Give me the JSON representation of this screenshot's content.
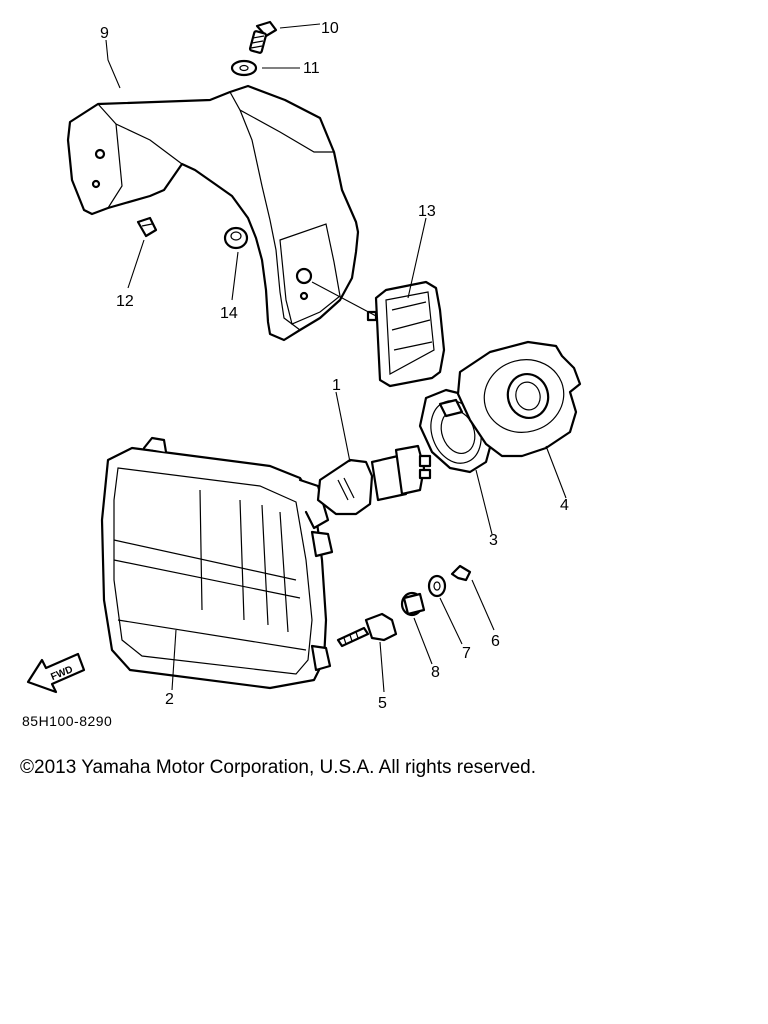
{
  "diagram": {
    "callouts": {
      "c1": "1",
      "c2": "2",
      "c3": "3",
      "c4": "4",
      "c5": "5",
      "c6": "6",
      "c7": "7",
      "c8": "8",
      "c9": "9",
      "c10": "10",
      "c11": "11",
      "c12": "12",
      "c13": "13",
      "c14": "14"
    },
    "fwd_arrow_label": "FWD",
    "drawing_code": "85H100-8290"
  },
  "footer": {
    "copyright": "©2013 Yamaha Motor Corporation, U.S.A. All rights reserved."
  }
}
